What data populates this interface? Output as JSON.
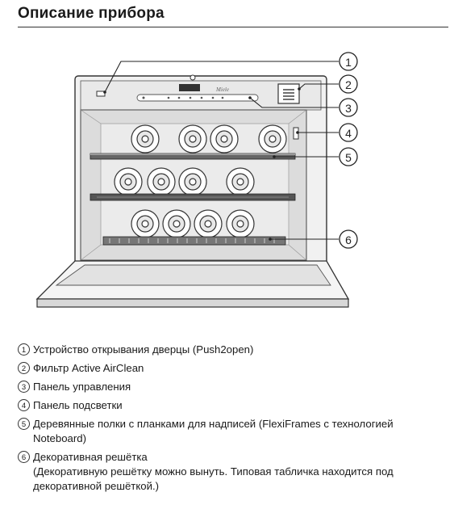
{
  "header": {
    "title": "Описание прибора"
  },
  "figure": {
    "callouts": [
      "1",
      "2",
      "3",
      "4",
      "5",
      "6"
    ]
  },
  "legend": [
    {
      "num": "1",
      "lines": [
        "Устройство открывания дверцы (Push2open)"
      ]
    },
    {
      "num": "2",
      "lines": [
        "Фильтр Active AirClean"
      ]
    },
    {
      "num": "3",
      "lines": [
        "Панель управления"
      ]
    },
    {
      "num": "4",
      "lines": [
        "Панель подсветки"
      ]
    },
    {
      "num": "5",
      "lines": [
        "Деревянные полки с планками для надписей (FlexiFrames с технологией",
        "Noteboard)"
      ]
    },
    {
      "num": "6",
      "lines": [
        "Декоративная решётка",
        "(Декоративную решётку можно вынуть. Типовая табличка находится под",
        "декоративной решёткой.)"
      ]
    }
  ]
}
